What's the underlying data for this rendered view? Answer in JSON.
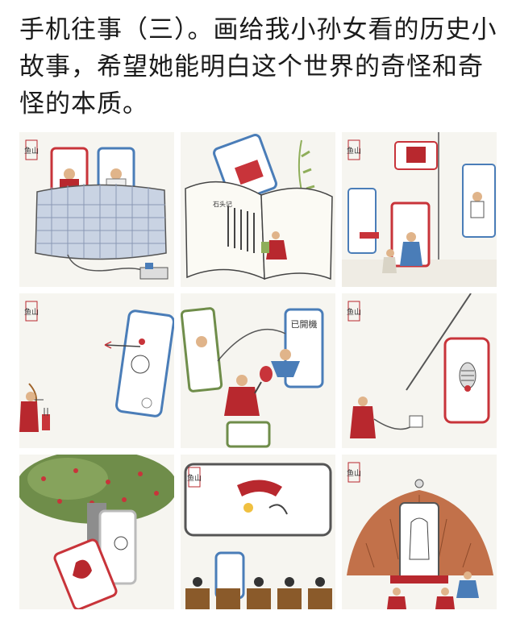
{
  "post": {
    "text": "手机往事（三）。画给我小孙女看的历史小故事，希望她能明白这个世界的奇怪和奇怪的本质。"
  },
  "tiles": [
    {
      "id": 1,
      "seal": "鱼山"
    },
    {
      "id": 2,
      "seal": "",
      "book_label": "石头记"
    },
    {
      "id": 3,
      "seal": "鱼山"
    },
    {
      "id": 4,
      "seal": "鱼山"
    },
    {
      "id": 5,
      "seal": "",
      "phone_text": "已開機"
    },
    {
      "id": 6,
      "seal": "鱼山"
    },
    {
      "id": 7,
      "seal": ""
    },
    {
      "id": 8,
      "seal": "鱼山"
    },
    {
      "id": 9,
      "seal": "鱼山"
    }
  ],
  "colors": {
    "phone_red": "#c8343a",
    "phone_blue": "#4a7db8",
    "robe_red": "#b8282e",
    "ink": "#333333",
    "tree_green": "#6f8d4a"
  }
}
